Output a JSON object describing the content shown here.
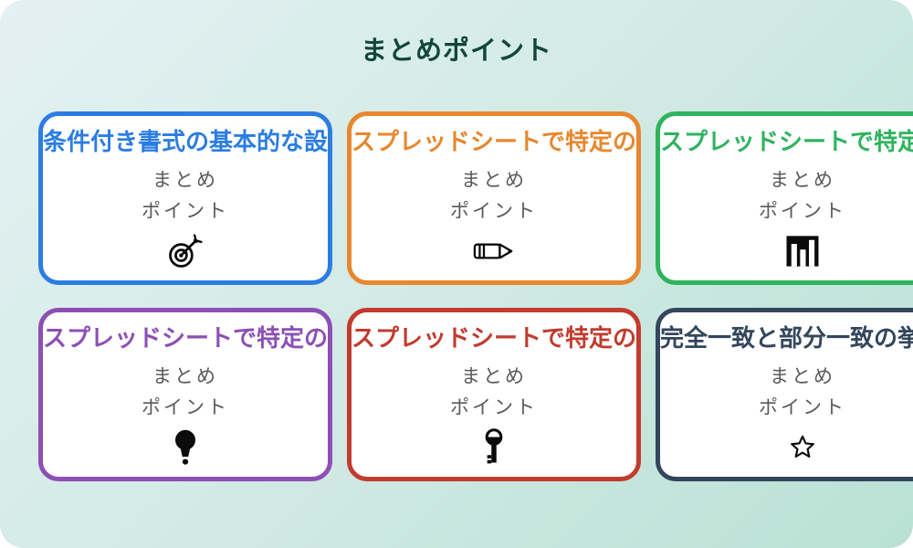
{
  "page": {
    "title": "まとめポイント",
    "title_color": "#11463c",
    "background_gradient_start": "#e4f1f3",
    "background_gradient_end": "#b9e1d4",
    "card_background": "#ffffff",
    "body_text_color": "#5a5a5a"
  },
  "card_body": {
    "line1": "まとめ",
    "line2": "ポイント"
  },
  "cards": [
    {
      "title": "条件付き書式の基本的な設",
      "color": "#2b7de1",
      "icon": "dart-target-icon"
    },
    {
      "title": "スプレッドシートで特定の",
      "color": "#e8872e",
      "icon": "pencil-icon"
    },
    {
      "title": "スプレッドシートで特定の",
      "color": "#2fb35e",
      "icon": "bar-chart-icon"
    },
    {
      "title": "スプレッドシートで特定の",
      "color": "#8d4fb5",
      "icon": "lightbulb-icon"
    },
    {
      "title": "スプレッドシートで特定の",
      "color": "#c23b2e",
      "icon": "key-icon"
    },
    {
      "title": "完全一致と部分一致の挙動",
      "color": "#33465c",
      "icon": "star-icon"
    }
  ]
}
